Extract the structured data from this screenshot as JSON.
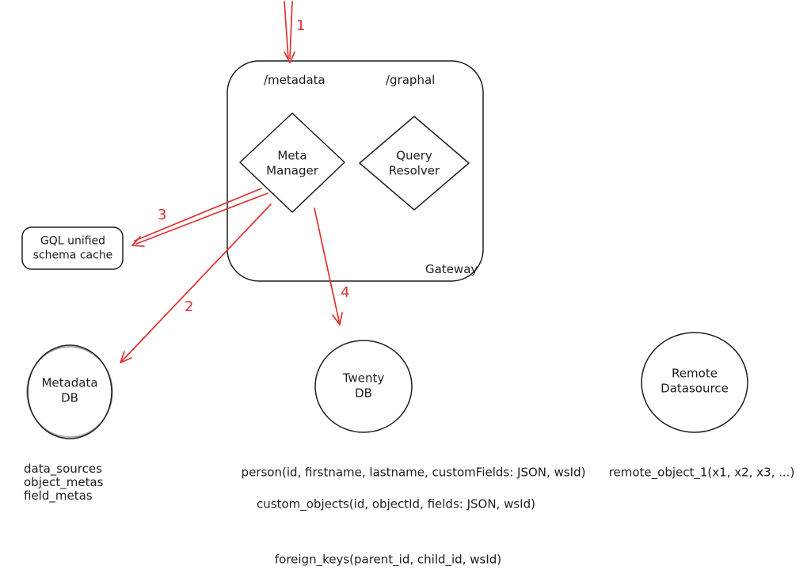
{
  "colors": {
    "stroke": "#1e1e1e",
    "arrow": "#e03131"
  },
  "gateway": {
    "label": "Gateway",
    "endpoint_metadata": "/metadata",
    "endpoint_graphql": "/graphal",
    "meta_manager": "Meta\nManager",
    "query_resolver": "Query\nResolver"
  },
  "cache": {
    "label": "GQL unified\nschema cache"
  },
  "databases": {
    "metadata_db": "Metadata\nDB",
    "twenty_db": "Twenty\nDB",
    "remote_datasource": "Remote\nDatasource"
  },
  "arrows": {
    "a1": "1",
    "a2": "2",
    "a3": "3",
    "a4": "4"
  },
  "tables": {
    "metadata_db_tables": "data_sources\nobject_metas\nfield_metas",
    "person": "person(id, firstname, lastname, customFields: JSON, wsId)",
    "custom_objects": "custom_objects(id, objectId, fields: JSON, wsId)",
    "remote_object": "remote_object_1(x1, x2, x3, ...)",
    "foreign_keys": "foreign_keys(parent_id, child_id, wsId)"
  }
}
